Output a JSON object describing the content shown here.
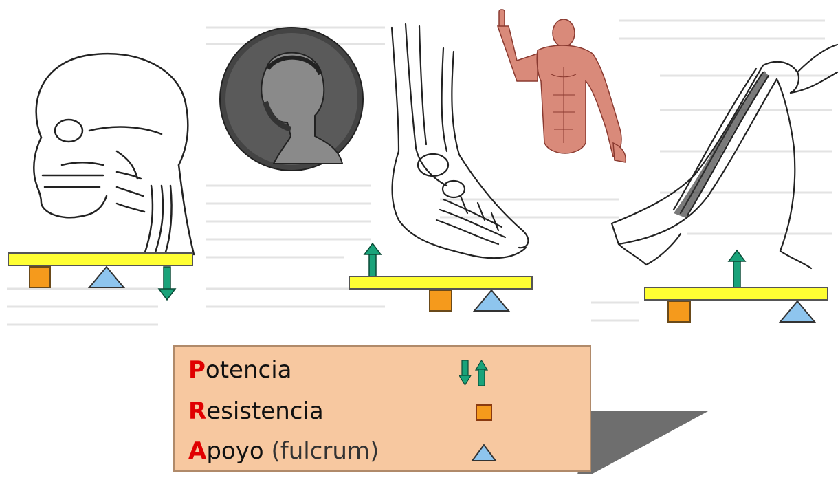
{
  "legend": {
    "items": [
      {
        "initial": "P",
        "rest": "otencia",
        "extra": "",
        "symbol": "arrows"
      },
      {
        "initial": "R",
        "rest": "esistencia",
        "extra": "",
        "symbol": "square"
      },
      {
        "initial": "A",
        "rest": "poyo",
        "extra": "(fulcrum)",
        "symbol": "triangle"
      }
    ]
  },
  "colors": {
    "lever_bar": "#ffff33",
    "potencia_arrow": "#1aa37a",
    "resistencia_box": "#f59a1c",
    "apoyo_triangle": "#8ec5ee",
    "legend_bg": "#f7c8a0",
    "initial_letter": "#e00000"
  },
  "figures": [
    {
      "name": "head-neck",
      "lever_class": "first",
      "order": [
        "resistencia",
        "apoyo",
        "potencia"
      ],
      "force": "down"
    },
    {
      "name": "portrait-medallion"
    },
    {
      "name": "foot-ankle",
      "lever_class": "second",
      "order": [
        "potencia",
        "resistencia",
        "apoyo"
      ],
      "force": "up"
    },
    {
      "name": "muscular-figure"
    },
    {
      "name": "arm-elbow",
      "lever_class": "third",
      "order": [
        "resistencia",
        "potencia",
        "apoyo"
      ],
      "force": "up"
    }
  ]
}
